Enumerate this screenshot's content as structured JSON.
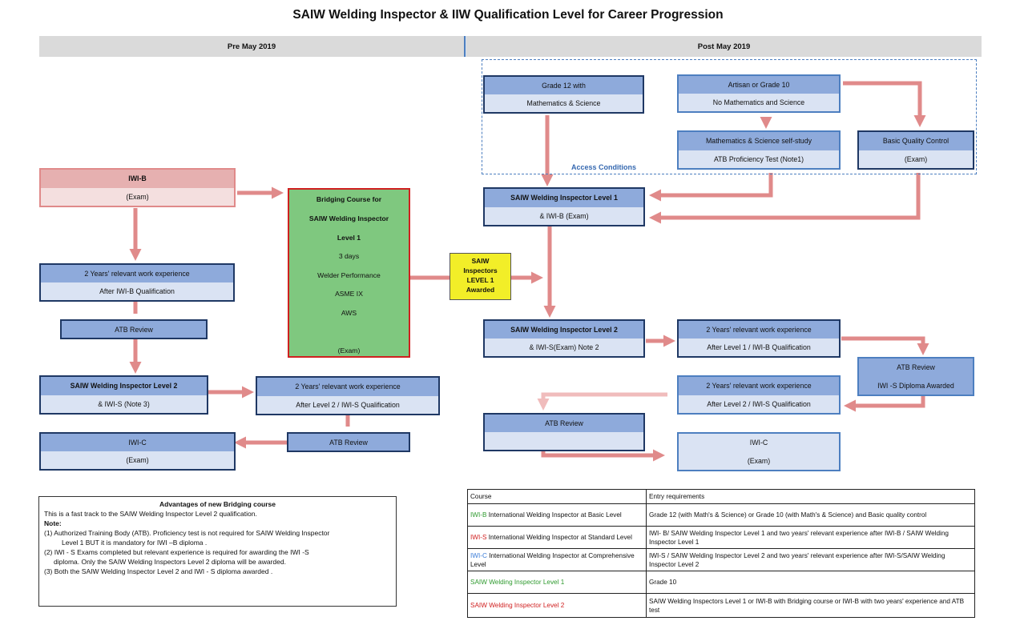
{
  "title": "SAIW Welding Inspector & IIW Qualification Level for Career Progression",
  "headers": {
    "pre": "Pre May 2019",
    "post": "Post May 2019"
  },
  "access_label": "Access Conditions",
  "left": {
    "iwib": {
      "line1": "IWI-B",
      "line2": "(Exam)"
    },
    "work1": {
      "line1": "2 Years' relevant  work experience",
      "line2": "After IWI-B Qualification"
    },
    "atb1": "ATB Review",
    "level2": {
      "line1": "SAIW Welding Inspector Level 2",
      "line2": "& IWI-S (Note 3)"
    },
    "work2": {
      "line1": "2 Years' relevant  work experience",
      "line2": "After Level 2 / IWI-S  Qualification"
    },
    "atb2": "ATB Review",
    "iwic": {
      "line1": "IWI-C",
      "line2": "(Exam)"
    }
  },
  "bridging": {
    "lines": [
      "Bridging Course for",
      "SAIW Welding Inspector",
      "Level 1",
      "3 days",
      "Welder Performance",
      "ASME IX",
      "AWS",
      "(Exam)"
    ]
  },
  "awarded": [
    "SAIW",
    "Inspectors",
    "LEVEL 1",
    "Awarded"
  ],
  "right": {
    "grade12": {
      "line1": "Grade 12 with",
      "line2": "Mathematics  & Science"
    },
    "artisan": {
      "line1": "Artisan or Grade 10",
      "line2": "No Mathematics and Science"
    },
    "selfstudy": {
      "line1": "Mathematics & Science self-study",
      "line2": "ATB Proficiency Test (Note1)"
    },
    "bqc": {
      "line1": "Basic Quality Control",
      "line2": "(Exam)"
    },
    "level1": {
      "line1": "SAIW Welding Inspector Level 1",
      "line2": "& IWI-B (Exam)"
    },
    "level2": {
      "line1": "SAIW Welding  Inspector Level 2",
      "line2": "& IWI-S(Exam) Note 2"
    },
    "work1": {
      "line1": "2 Years' relevant  work experience",
      "line2": "After Level 1 / IWI-B Qualification"
    },
    "atbdip": {
      "line1": "ATB Review",
      "line2": "IWI -S Diploma Awarded"
    },
    "work2": {
      "line1": "2 Years' relevant  work experience",
      "line2": "After Level 2 / IWI-S  Qualification"
    },
    "atb": "ATB Review",
    "iwic": {
      "line1": "IWI-C",
      "line2": "(Exam)"
    }
  },
  "advantages": {
    "title": "Advantages of new Bridging course",
    "lines": [
      "This is a fast track to  the SAIW Welding Inspector Level 2 qualification.",
      "Note:",
      "(1) Authorized  Training Body (ATB).  Proficiency test is not required for SAIW Welding Inspector",
      "Level 1    BUT  it is mandatory for IWI –B  diploma .",
      " (2) IWI - S Exams completed but relevant experience is required for awarding the IWI -S",
      "diploma. Only the SAIW Welding Inspectors Level 2 diploma will be awarded.",
      "(3) Both the SAIW Welding Inspector Level 2 and IWI - S  diploma  awarded ."
    ]
  },
  "legend": {
    "headers": [
      "Course",
      "Entry requirements"
    ],
    "rows": [
      {
        "code": "IWI-B",
        "code_color": "#2e9a2e",
        "desc": " International Welding Inspector at Basic Level",
        "req": "Grade 12 (with Math's & Science) or  Grade 10 (with Math's & Science) and Basic quality control"
      },
      {
        "code": "IWI-S",
        "code_color": "#d02020",
        "desc": "  International Welding Inspector at Standard Level",
        "req": "IWI- B/ SAIW Welding Inspector Level 1  and two years'  relevant experience after IWI-B / SAIW Welding Inspector  Level 1"
      },
      {
        "code": "IWI-C",
        "code_color": "#3b7dd8",
        "desc": " International Welding Inspector at Comprehensive Level",
        "req": "IWI-S / SAIW Welding Inspector Level 2  and two years'  relevant experience after IWI-S/SAIW Welding Inspector Level 2"
      },
      {
        "code": "SAIW Welding Inspector Level 1",
        "code_color": "#2e9a2e",
        "desc": "",
        "req": "Grade 10"
      },
      {
        "code": "SAIW Welding Inspector Level 2",
        "code_color": "#d02020",
        "desc": "",
        "req": "SAIW Welding Inspectors Level 1  or IWI-B with Bridging course or IWI-B with two years' experience and ATB test"
      }
    ]
  },
  "colors": {
    "arrow": "#e08a8a",
    "arrow_light": "#f0bcbc",
    "box_border": "#1f3864",
    "box_dark": "#8eaadb",
    "box_light": "#dae3f3"
  }
}
